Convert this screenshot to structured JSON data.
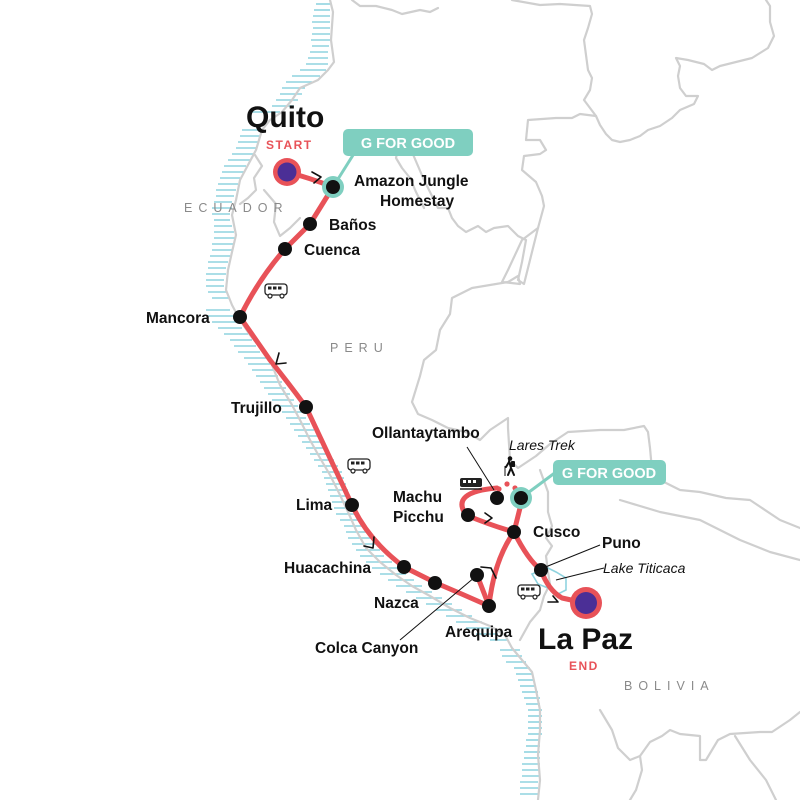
{
  "map": {
    "colors": {
      "route": "#e85258",
      "endpoint_fill": "#4b2f96",
      "endpoint_ring": "#e85258",
      "stop": "#111111",
      "g_for_good": "#7fcfc0",
      "border": "#cfcfcf",
      "coast_hatch": "#8fd3df",
      "country_label": "#8a8a8a"
    },
    "start": {
      "name": "Quito",
      "tag": "START"
    },
    "end": {
      "name": "La Paz",
      "tag": "END"
    },
    "countries": [
      "ECUADOR",
      "PERU",
      "BOLIVIA"
    ],
    "stops": [
      {
        "name": "Amazon Jungle",
        "name_line2": "Homestay",
        "g_for_good": true
      },
      {
        "name": "Baños"
      },
      {
        "name": "Cuenca"
      },
      {
        "name": "Mancora"
      },
      {
        "name": "Trujillo"
      },
      {
        "name": "Lima"
      },
      {
        "name": "Huacachina"
      },
      {
        "name": "Nazca"
      },
      {
        "name": "Colca Canyon"
      },
      {
        "name": "Arequipa"
      },
      {
        "name": "Cusco"
      },
      {
        "name": "Machu",
        "name_line2": "Picchu"
      },
      {
        "name": "Ollantaytambo"
      },
      {
        "name": "Puno"
      }
    ],
    "extras": {
      "lares_trek": "Lares Trek",
      "lake_titicaca": "Lake Titicaca"
    },
    "badges": [
      {
        "label": "G FOR GOOD",
        "location": "Amazon Jungle Homestay"
      },
      {
        "label": "G FOR GOOD",
        "location": "Lares Trek"
      }
    ],
    "transport_icons": [
      "bus-icon",
      "bus-icon",
      "train-icon",
      "bus-icon",
      "hiker-icon"
    ]
  }
}
